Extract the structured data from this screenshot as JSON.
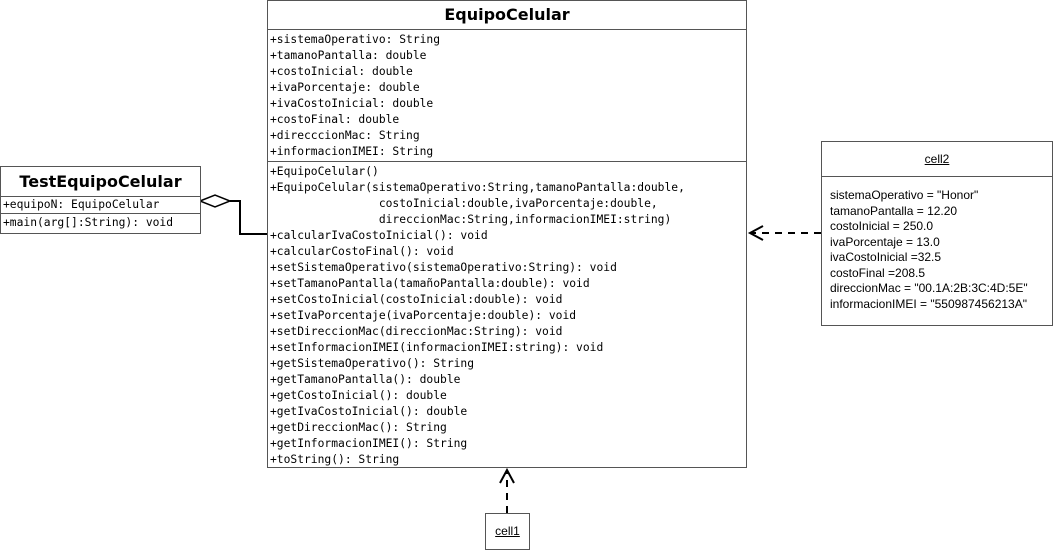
{
  "equipo_class": {
    "name": "EquipoCelular",
    "attributes": [
      "+sistemaOperativo: String",
      "+tamanoPantalla: double",
      "+costoInicial: double",
      "+ivaPorcentaje: double",
      "+ivaCostoInicial: double",
      "+costoFinal: double",
      "+direcccionMac: String",
      "+informacionIMEI: String"
    ],
    "methods": [
      "+EquipoCelular()",
      "+EquipoCelular(sistemaOperativo:String,tamanoPantalla:double,",
      "                costoInicial:double,ivaPorcentaje:double,",
      "                direccionMac:String,informacionIMEI:string)",
      "+calcularIvaCostoInicial(): void",
      "+calcularCostoFinal(): void",
      "+setSistemaOperativo(sistemaOperativo:String): void",
      "+setTamanoPantalla(tamañoPantalla:double): void",
      "+setCostoInicial(costoInicial:double): void",
      "+setIvaPorcentaje(ivaPorcentaje:double): void",
      "+setDireccionMac(direccionMac:String): void",
      "+setInformacionIMEI(informacionIMEI:string): void",
      "+getSistemaOperativo(): String",
      "+getTamanoPantalla(): double",
      "+getCostoInicial(): double",
      "+getIvaCostoInicial(): double",
      "+getDireccionMac(): String",
      "+getInformacionIMEI(): String",
      "+toString(): String"
    ]
  },
  "test_class": {
    "name": "TestEquipoCelular",
    "attributes": [
      "+equipoN: EquipoCelular"
    ],
    "methods": [
      "+main(arg[]:String): void"
    ]
  },
  "cell2": {
    "name": "cell2",
    "values": [
      "sistemaOperativo = \"Honor\"",
      "tamanoPantalla = 12.20",
      "costoInicial = 250.0",
      "ivaPorcentaje = 13.0",
      "ivaCostoInicial =32.5",
      "costoFinal =208.5",
      "direccionMac = \"00.1A:2B:3C:4D:5E\"",
      "informacionIMEI = \"550987456213A\""
    ]
  },
  "cell1": {
    "name": "cell1"
  }
}
